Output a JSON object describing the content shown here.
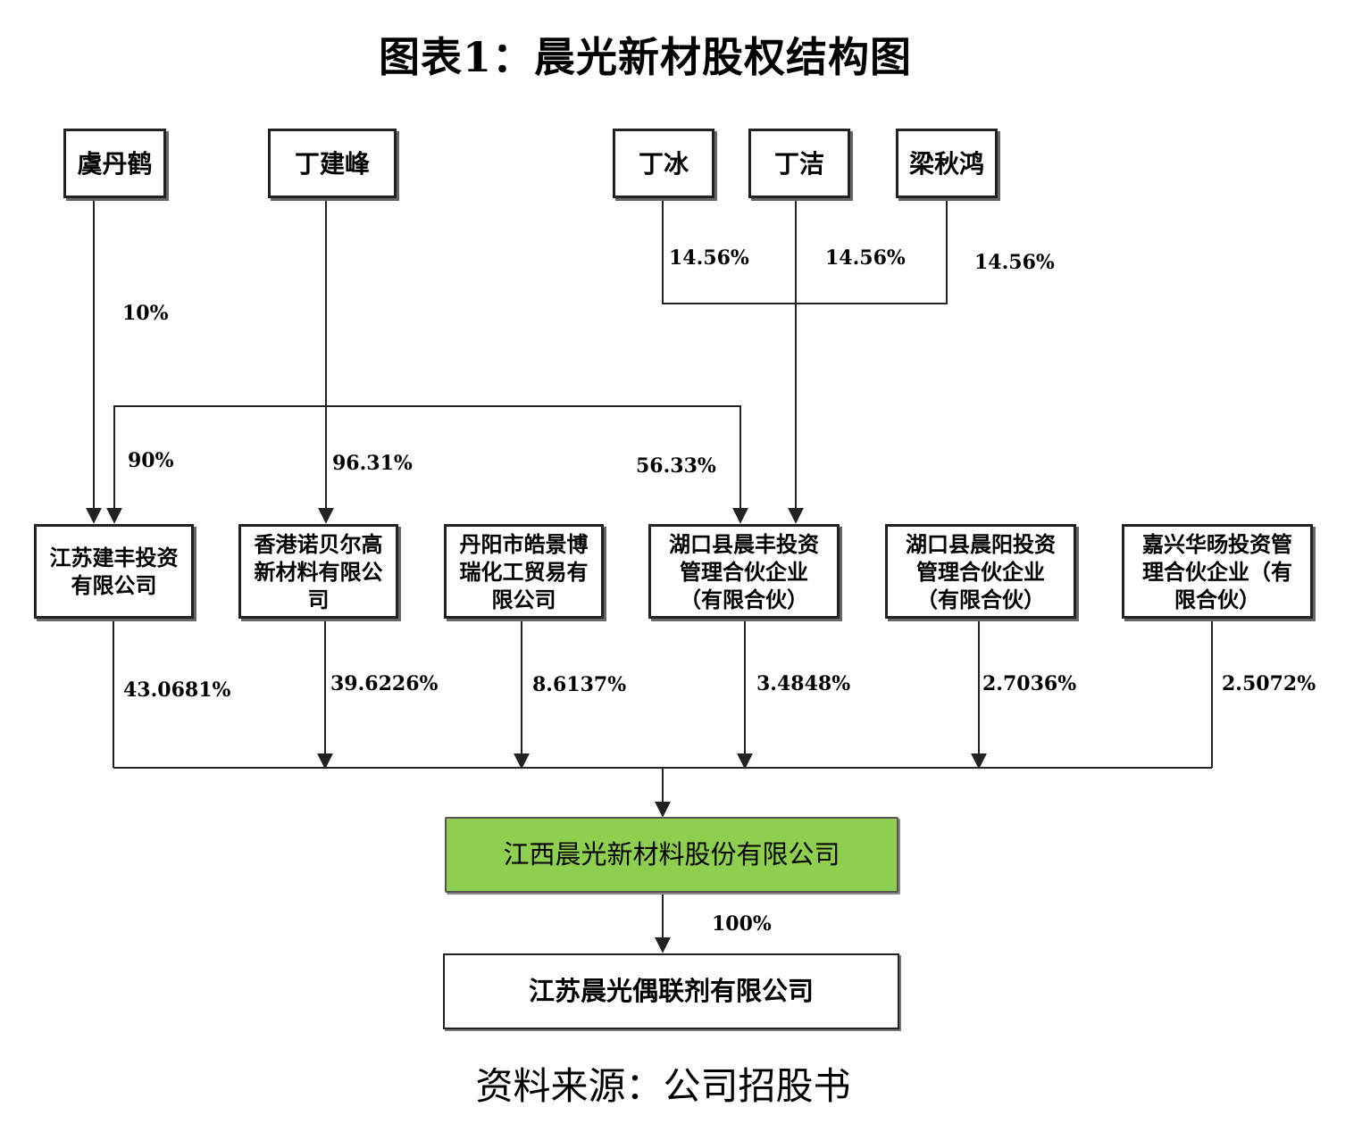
{
  "title": "图表1：晨光新材股权结构图",
  "source": "资料来源：公司招股书",
  "people": {
    "yu_danhe": "虞丹鹤",
    "ding_jianfeng": "丁建峰",
    "ding_bing": "丁冰",
    "ding_jie": "丁洁",
    "liang_qiuhong": "梁秋鸿"
  },
  "companies": {
    "jiangsu_jianfeng": "江苏建丰投资有限公司",
    "hk_nobel": "香港诺贝尔高新材料有限公司",
    "danyang_haojing": "丹阳市皓景博瑞化工贸易有限公司",
    "hukou_chenfeng": "湖口县晨丰投资管理合伙企业（有限合伙）",
    "hukou_chenyang": "湖口县晨阳投资管理合伙企业（有限合伙）",
    "jiaxing_huayang": "嘉兴华旸投资管理合伙企业（有限合伙）"
  },
  "main_company": "江西晨光新材料股份有限公司",
  "subsidiary": "江苏晨光偶联剂有限公司",
  "percentages": {
    "yu_to_jianfeng": "10%",
    "ding_jf_to_jianfeng": "90%",
    "ding_jf_to_hk": "96.31%",
    "ding_jf_to_chenfeng": "56.33%",
    "ding_bing": "14.56%",
    "ding_jie": "14.56%",
    "liang_qiuhong": "14.56%",
    "jianfeng_to_main": "43.0681%",
    "hk_to_main": "39.6226%",
    "danyang_to_main": "8.6137%",
    "chenfeng_to_main": "3.4848%",
    "chenyang_to_main": "2.7036%",
    "jiaxing_to_main": "2.5072%",
    "main_to_sub": "100%"
  }
}
